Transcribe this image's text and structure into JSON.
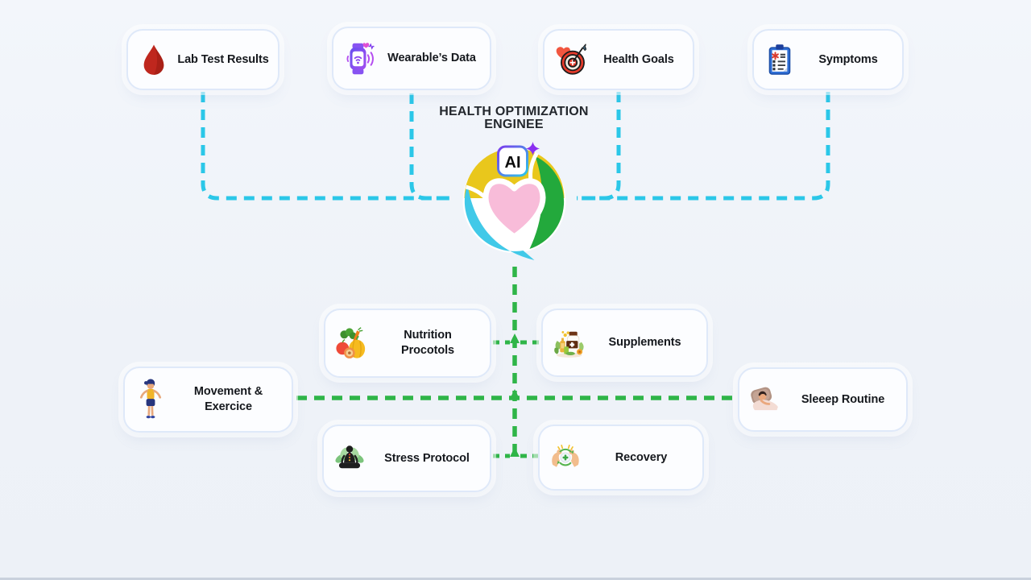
{
  "header": {
    "title": "HEALTH OPTIMIZATION\nENGINEE"
  },
  "engine": {
    "ai_badge": "AI"
  },
  "input_nodes": {
    "lab_test_results": {
      "label": "Lab Test Results",
      "icon": "blood-drop-icon"
    },
    "wearables_data": {
      "label": "Wearable’s Data",
      "icon": "smartwatch-icon"
    },
    "health_goals": {
      "label": "Health Goals",
      "icon": "heart-target-icon"
    },
    "symptoms": {
      "label": "Symptoms",
      "icon": "medical-clipboard-icon"
    }
  },
  "output_nodes": {
    "nutrition_protocols": {
      "label": "Nutrition\nProcotols",
      "icon": "fruits-vegetables-icon"
    },
    "supplements": {
      "label": "Supplements",
      "icon": "supplement-bottles-icon"
    },
    "movement_exercise": {
      "label": "Movement &\nExercice",
      "icon": "jump-rope-icon"
    },
    "sleep_routine": {
      "label": "Sleeep Routine",
      "icon": "sleeping-person-icon"
    },
    "stress_protocol": {
      "label": "Stress Protocol",
      "icon": "meditation-icon"
    },
    "recovery": {
      "label": "Recovery",
      "icon": "muscle-recovery-icon"
    }
  },
  "colors": {
    "background": "#eff3f9",
    "input_connector_cyan": "#2bc7e8",
    "output_connector_green": "#2fb548",
    "card_background": "#fcfdff",
    "card_border": "#dfe9f9",
    "text_dark": "#15181d",
    "logo_yellow": "#e9c71c",
    "logo_green": "#23a93c",
    "logo_cyan": "#41c9e8",
    "logo_heart_pink": "#f8bcd9",
    "ai_badge_purple": "#7c3aed"
  }
}
